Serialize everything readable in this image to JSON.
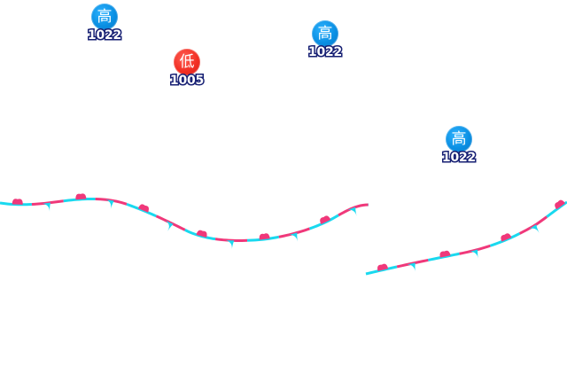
{
  "pressure_centers": [
    {
      "type": "high",
      "label": "高",
      "value": "1022",
      "color": "#0a8fe3"
    },
    {
      "type": "low",
      "label": "低",
      "value": "1005",
      "color": "#f22f24"
    },
    {
      "type": "high",
      "label": "高",
      "value": "1022",
      "color": "#0a8fe3"
    },
    {
      "type": "high",
      "label": "高",
      "value": "1022",
      "color": "#0a8fe3"
    }
  ],
  "fronts": [
    {
      "type": "stationary",
      "warm_color": "#f0387a",
      "cold_color": "#19d9ef"
    },
    {
      "type": "stationary",
      "warm_color": "#f0387a",
      "cold_color": "#19d9ef"
    }
  ]
}
